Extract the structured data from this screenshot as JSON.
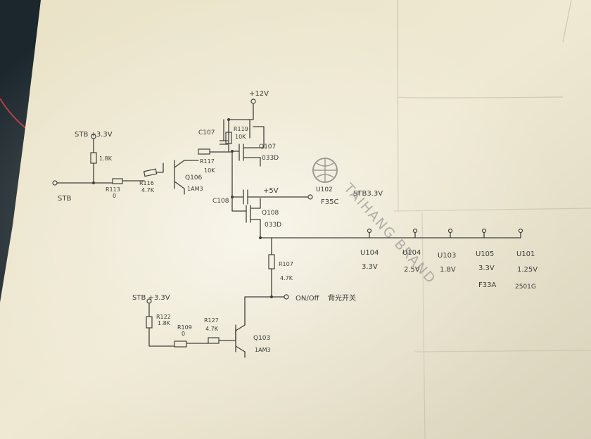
{
  "colors": {
    "background": "#1d2a30",
    "paper": "#ece6cf",
    "ink": "#3f403c",
    "watermark": "#9b9a94"
  },
  "schematic": {
    "rail_top": "+12V",
    "stb_left": {
      "supply": "STB +3.3V",
      "r_pullup": "1.8K",
      "input": "STB"
    },
    "r113": {
      "ref": "R113",
      "value": "0"
    },
    "r116": {
      "ref": "R116",
      "value": "4.7K"
    },
    "q106": {
      "ref": "Q106",
      "model": "1AM3"
    },
    "r117": {
      "ref": "R117",
      "value": "10K"
    },
    "c107": "C107",
    "r119": {
      "ref": "R119",
      "value": "10K"
    },
    "q107": {
      "ref": "Q107",
      "model": "033D"
    },
    "c108": "C108",
    "rail_5v": "+5V",
    "u102": {
      "ref": "U102",
      "note": "F35C"
    },
    "stb33": "STB3.3V",
    "q108": {
      "ref": "Q108",
      "model": "033D"
    },
    "regulators": [
      {
        "ref": "U104",
        "voltage": "3.3V",
        "note": ""
      },
      {
        "ref": "U104",
        "voltage": "2.5V",
        "note": ""
      },
      {
        "ref": "U103",
        "voltage": "1.8V",
        "note": ""
      },
      {
        "ref": "U105",
        "voltage": "3.3V",
        "note": "F33A"
      },
      {
        "ref": "U101",
        "voltage": "1.25V",
        "note": "2501G"
      }
    ],
    "r107": {
      "ref": "R107",
      "value": "4.7K"
    },
    "on_off": "ON/Off",
    "on_off_note": "背光开关",
    "stb_bottom": {
      "supply": "STB +3.3V",
      "r_ref": "R122",
      "r_value": "1.8K"
    },
    "r109": {
      "ref": "R109",
      "value": "0"
    },
    "r127": {
      "ref": "R127",
      "value": "4.7K"
    },
    "q103": {
      "ref": "Q103",
      "model": "1AM3"
    }
  },
  "watermark": "TAIHANG BRAND"
}
